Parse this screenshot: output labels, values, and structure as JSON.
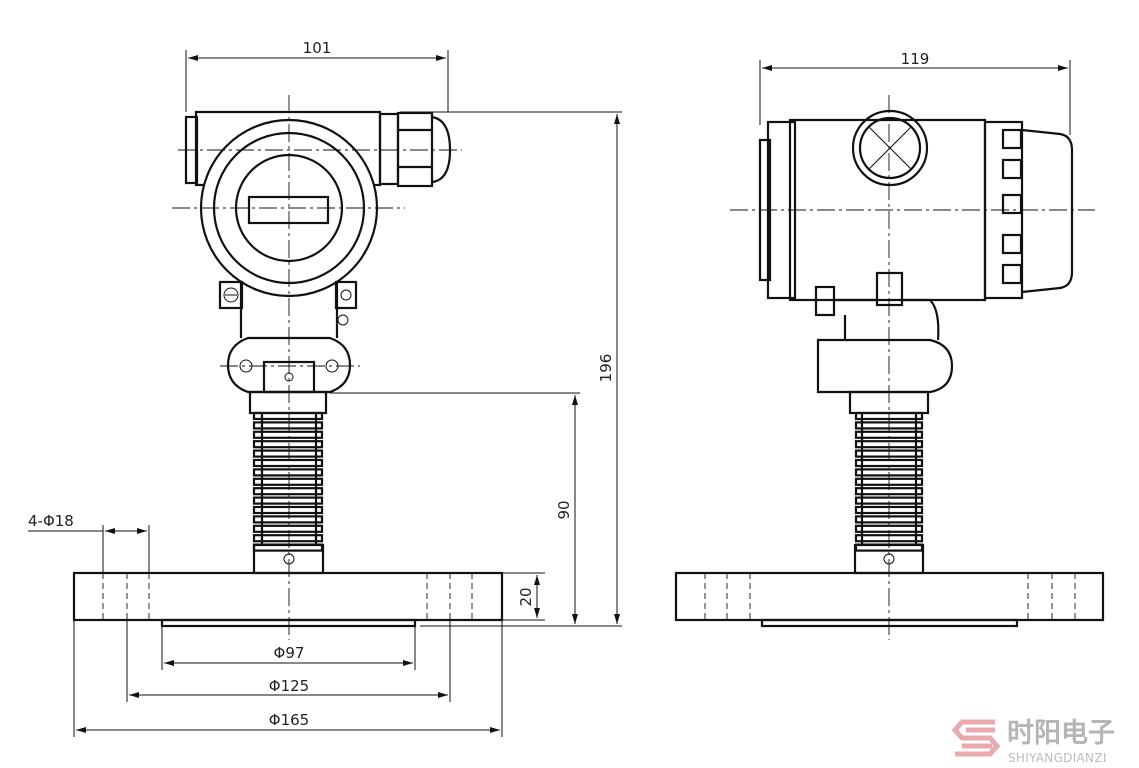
{
  "title": "Pressure transmitter with flange outline drawing",
  "dimensions": {
    "front_width": "101",
    "side_width": "119",
    "total_height": "196",
    "stem_height": "90",
    "flange_thickness": "20",
    "bolt_holes": "4-Φ18",
    "raised_face_dia": "Φ97",
    "bolt_circle_dia": "Φ125",
    "flange_dia": "Φ165"
  },
  "logo": {
    "cn": "时阳电子",
    "en": "SHIYANGDIANZI",
    "color": "#e89aa0"
  }
}
